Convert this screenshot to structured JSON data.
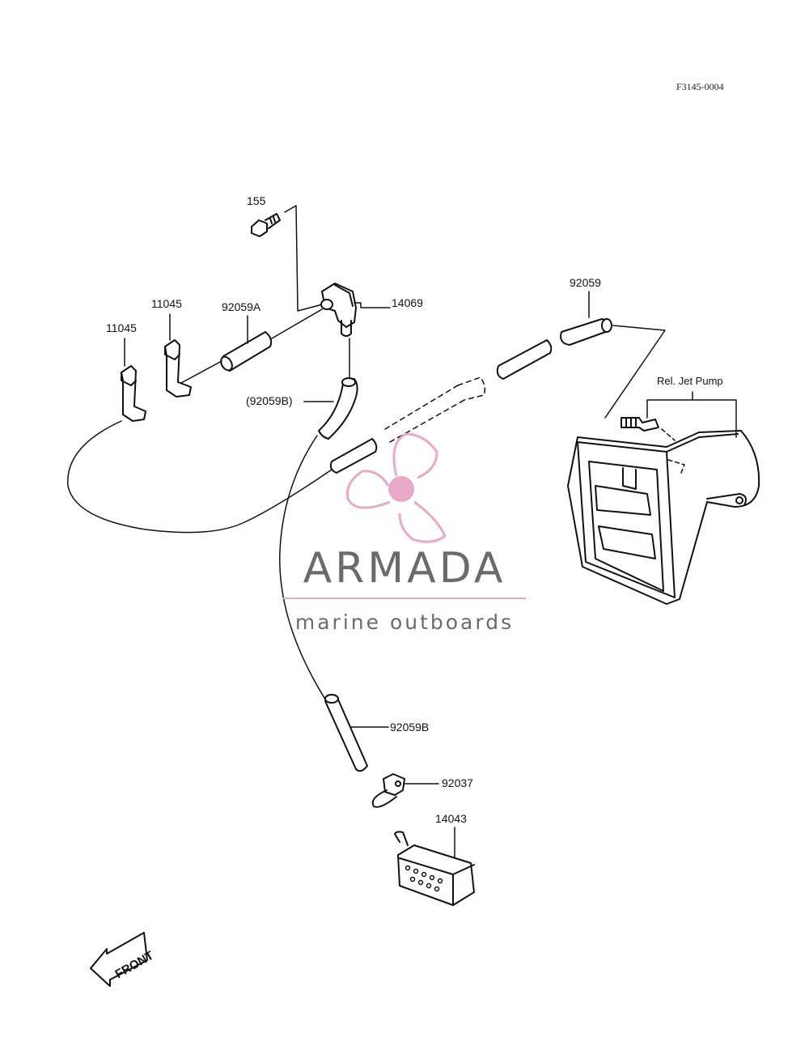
{
  "diagram_code": "F3145-0004",
  "labels": {
    "p155": "155",
    "p11045_a": "11045",
    "p11045_b": "11045",
    "p92059a": "92059A",
    "p14069": "14069",
    "p92059": "92059",
    "p92059b_ref": "(92059B)",
    "rel_jet_pump": "Rel. Jet Pump",
    "p92059b": "92059B",
    "p92037": "92037",
    "p14043": "14043",
    "front": "FRONT"
  },
  "brand": {
    "name": "ARMADA",
    "tagline": "marine outboards",
    "accent_color": "#e8a9c9",
    "text_color": "#6b6b6b"
  }
}
